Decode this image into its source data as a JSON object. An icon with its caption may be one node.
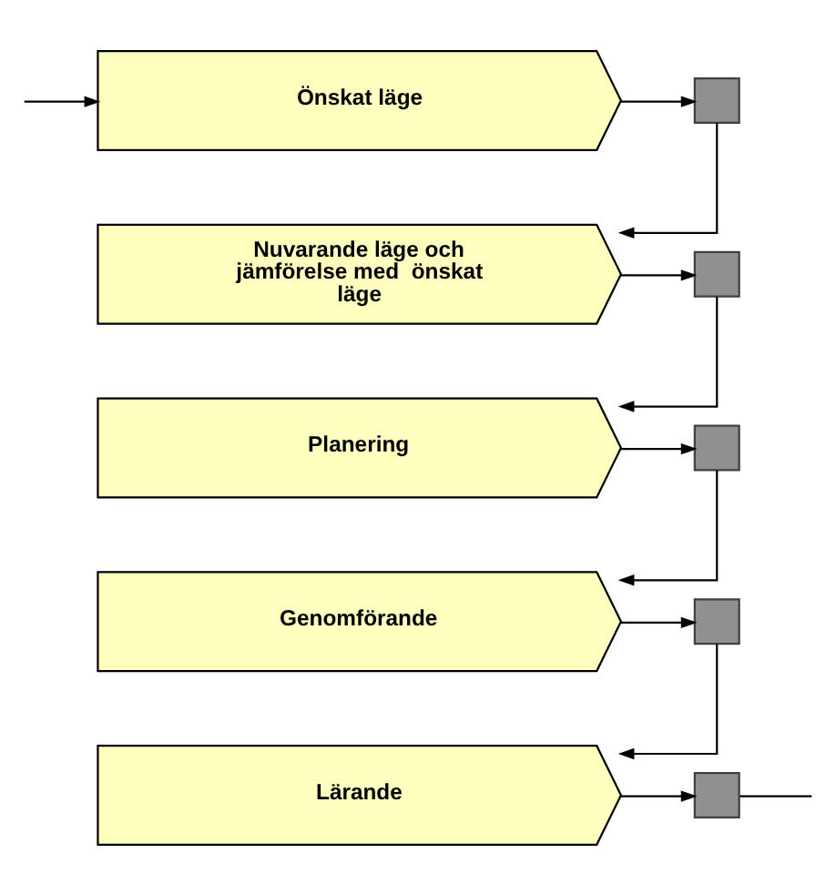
{
  "diagram": {
    "nodes": [
      {
        "text": [
          "Önskat läge"
        ]
      },
      {
        "text": [],
        "shape": "box"
      },
      {
        "text": [
          "Nuvarande läge och jämförelse med  önskat läge"
        ]
      },
      {
        "text": [],
        "shape": "box"
      },
      {
        "text": [
          "Planering"
        ]
      },
      {
        "text": [],
        "shape": "box"
      },
      {
        "text": [
          "Genomförande"
        ]
      },
      {
        "text": [],
        "shape": "box"
      },
      {
        "text": [
          "Lärande"
        ]
      },
      {
        "text": [],
        "shape": "box"
      }
    ],
    "edges": [
      {
        "from": null,
        "to": 0,
        "arrow": "to"
      },
      {
        "from": 0,
        "to": 1,
        "arrow": "to"
      },
      {
        "from": 1,
        "to": 2,
        "arrow": "to"
      },
      {
        "from": 2,
        "to": 3,
        "arrow": "to"
      },
      {
        "from": 3,
        "to": 4,
        "arrow": "to"
      },
      {
        "from": 4,
        "to": 5,
        "arrow": "to"
      },
      {
        "from": 5,
        "to": 6,
        "arrow": "to"
      },
      {
        "from": 6,
        "to": 7,
        "arrow": "to"
      },
      {
        "from": 7,
        "to": 8,
        "arrow": "to"
      },
      {
        "from": 8,
        "to": 9,
        "arrow": "to"
      },
      {
        "from": 9,
        "to": null,
        "arrow": "none"
      }
    ]
  }
}
